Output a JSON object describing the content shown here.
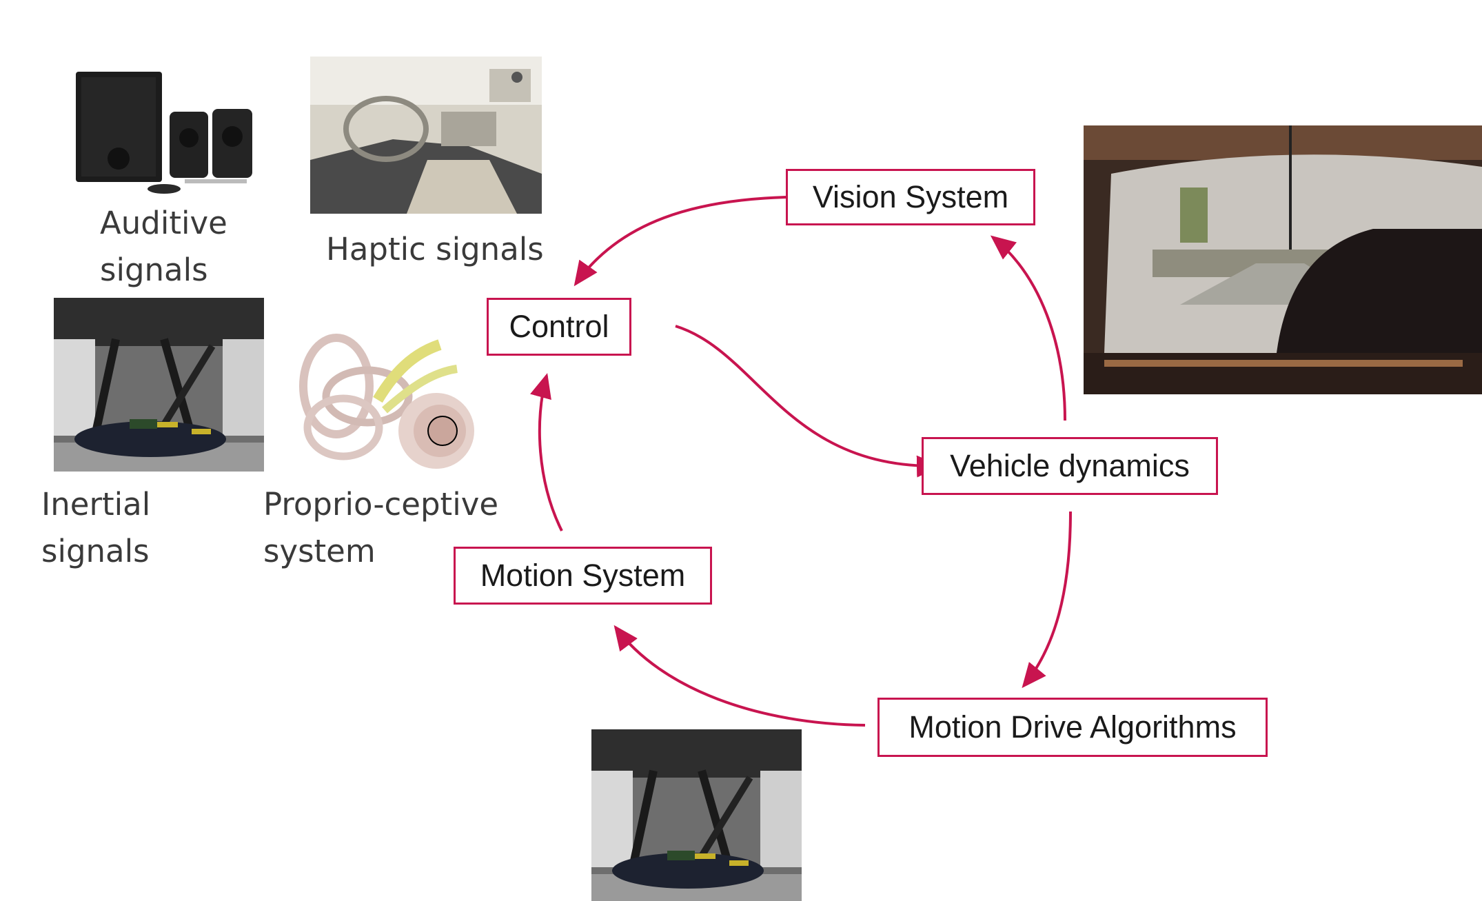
{
  "colors": {
    "accent": "#c8144f",
    "caption": "#3a3a3a",
    "node_text": "#1a1a1a"
  },
  "photos": {
    "speakers": "speakers-photo",
    "car_interior": "car-interior-photo",
    "motion_platform": "motion-platform-photo",
    "inner_ear": "inner-ear-illustration",
    "simulator_screen": "driving-simulator-photo"
  },
  "captions": {
    "auditive": [
      "Auditive",
      "signals"
    ],
    "haptic": [
      "Haptic signals"
    ],
    "inertial": [
      "Inertial",
      "signals"
    ],
    "proprioceptive": [
      "Proprio-ceptive",
      "system"
    ]
  },
  "nodes": {
    "vision": "Vision System",
    "control": "Control",
    "vehicle": "Vehicle dynamics",
    "motion": "Motion System",
    "mda": "Motion Drive Algorithms"
  },
  "edges": [
    {
      "from": "Vision System",
      "to": "Control"
    },
    {
      "from": "Control",
      "to": "Vehicle dynamics"
    },
    {
      "from": "Vehicle dynamics",
      "to": "Vision System"
    },
    {
      "from": "Vehicle dynamics",
      "to": "Motion Drive Algorithms"
    },
    {
      "from": "Motion Drive Algorithms",
      "to": "Motion System"
    },
    {
      "from": "Motion System",
      "to": "Control"
    }
  ]
}
